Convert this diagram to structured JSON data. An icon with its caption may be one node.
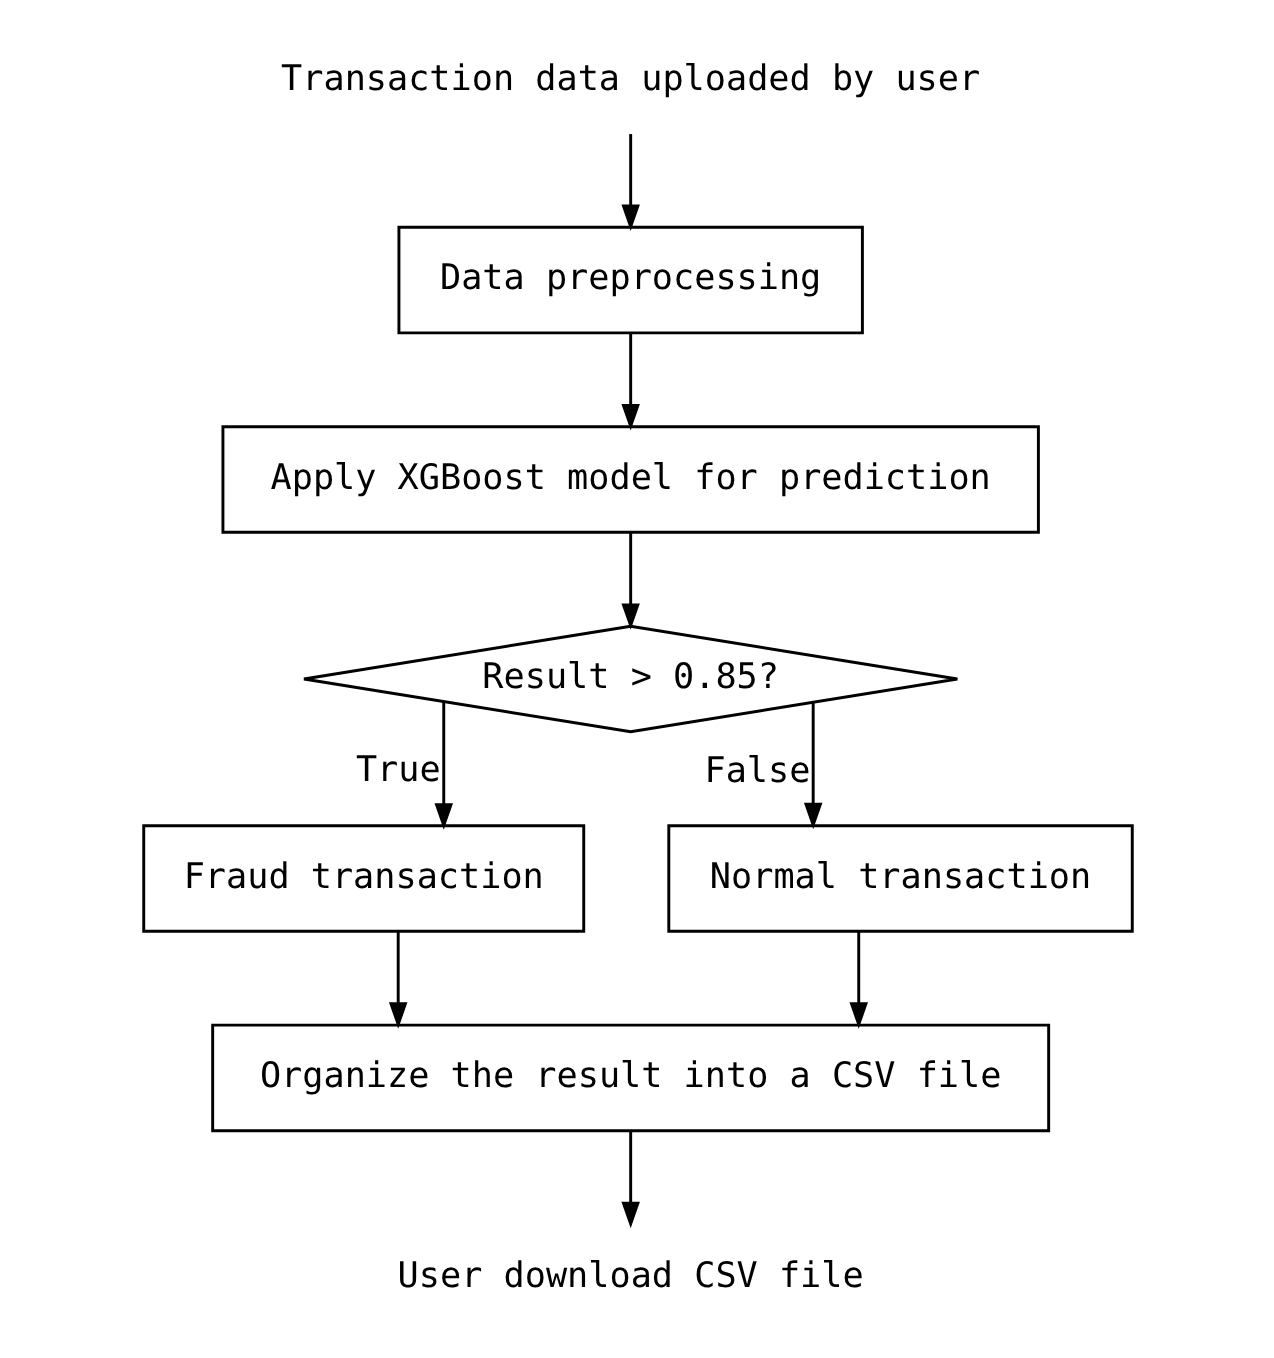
{
  "diagram": {
    "nodes": [
      {
        "text": [
          "Transaction data uploaded by user"
        ]
      },
      {
        "text": [
          "Data preprocessing"
        ]
      },
      {
        "text": [
          "Apply XGBoost model for prediction"
        ]
      },
      {
        "text": [
          "Result > 0.85?"
        ]
      },
      {
        "text": [
          "Fraud transaction"
        ]
      },
      {
        "text": [
          "Normal transaction"
        ]
      },
      {
        "text": [
          "Organize the result into a CSV file"
        ]
      },
      {
        "text": [
          "User download CSV file"
        ]
      }
    ],
    "edges": [
      {
        "from": 0,
        "to": 1,
        "arrow": "to"
      },
      {
        "from": 1,
        "to": 2,
        "arrow": "to"
      },
      {
        "from": 2,
        "to": 3,
        "arrow": "to"
      },
      {
        "from": 3,
        "to": 4,
        "arrow": "to",
        "label": "True"
      },
      {
        "from": 3,
        "to": 5,
        "arrow": "to",
        "label": "False"
      },
      {
        "from": 4,
        "to": 6,
        "arrow": "to"
      },
      {
        "from": 5,
        "to": 6,
        "arrow": "to"
      },
      {
        "from": 6,
        "to": 7,
        "arrow": "to"
      }
    ]
  }
}
